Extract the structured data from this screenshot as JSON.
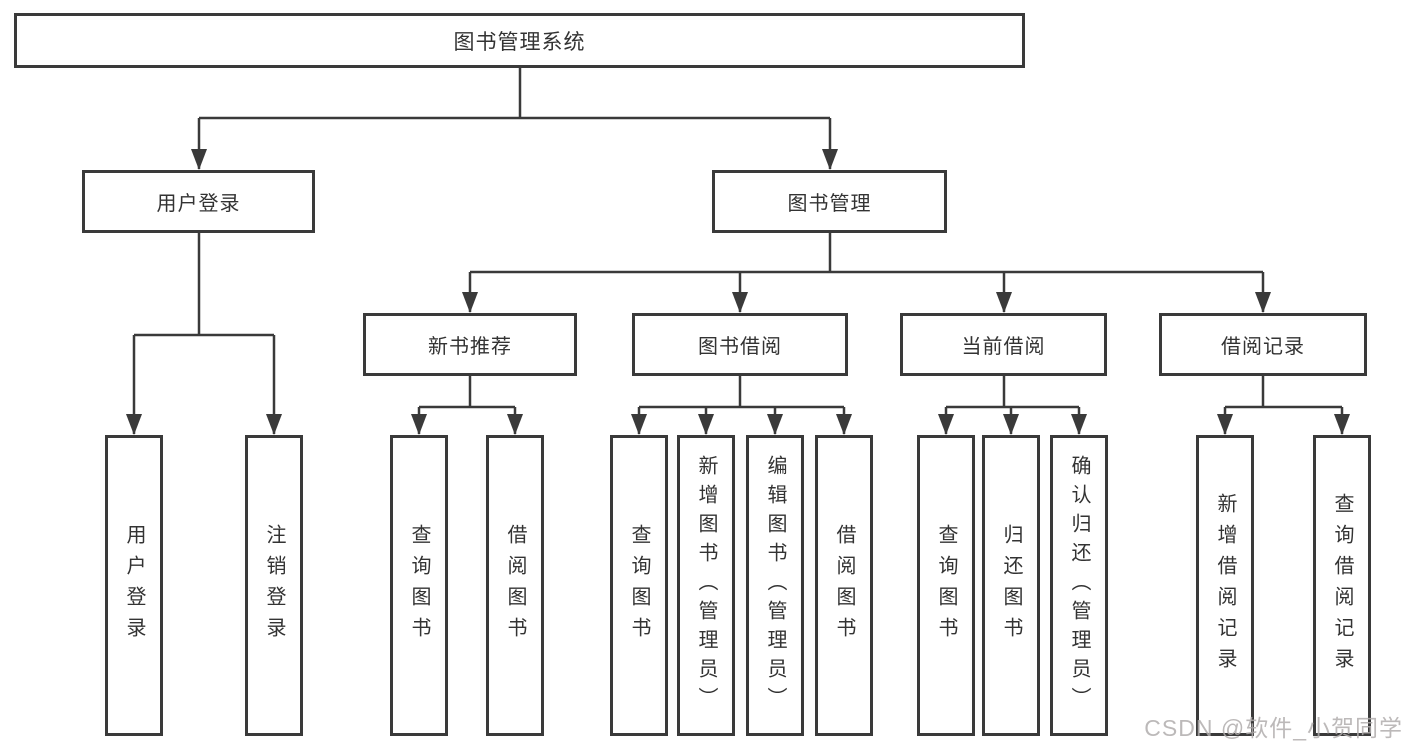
{
  "diagram": {
    "root": {
      "label": "图书管理系统",
      "children": [
        {
          "label": "用户登录",
          "children": [
            {
              "label": "用户登录"
            },
            {
              "label": "注销登录"
            }
          ]
        },
        {
          "label": "图书管理",
          "children": [
            {
              "label": "新书推荐",
              "children": [
                {
                  "label": "查询图书"
                },
                {
                  "label": "借阅图书"
                }
              ]
            },
            {
              "label": "图书借阅",
              "children": [
                {
                  "label": "查询图书"
                },
                {
                  "label": "新增图书（管理员）"
                },
                {
                  "label": "编辑图书（管理员）"
                },
                {
                  "label": "借阅图书"
                }
              ]
            },
            {
              "label": "当前借阅",
              "children": [
                {
                  "label": "查询图书"
                },
                {
                  "label": "归还图书"
                },
                {
                  "label": "确认归还（管理员）"
                }
              ]
            },
            {
              "label": "借阅记录",
              "children": [
                {
                  "label": "新增借阅记录"
                },
                {
                  "label": "查询借阅记录"
                }
              ]
            }
          ]
        }
      ]
    }
  },
  "watermark": {
    "text": "CSDN @软件_小贺同学"
  },
  "colors": {
    "line": "#3a3a3a",
    "border": "#3a3a3a",
    "text": "#333333",
    "background": "#ffffff",
    "watermark": "#b0adad"
  }
}
